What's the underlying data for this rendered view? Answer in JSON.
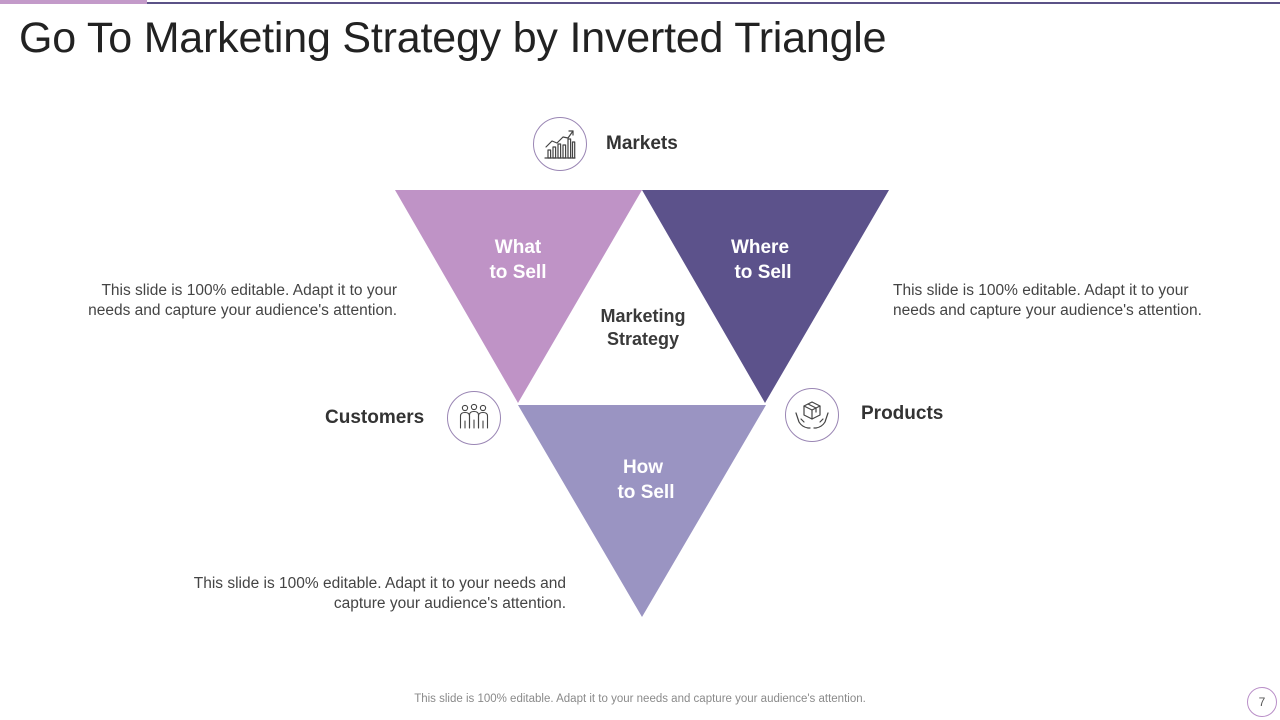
{
  "slide": {
    "title": "Go To Marketing Strategy by Inverted Triangle",
    "page_number": "7",
    "footer": "This slide is 100% editable. Adapt it to your needs and capture your audience's attention."
  },
  "colors": {
    "accent_bar": "#c39ac9",
    "top_line": "#5b5287",
    "what_to_sell": "#bf93c6",
    "where_to_sell": "#5c528b",
    "how_to_sell": "#9a94c2",
    "icon_stroke": "#444444"
  },
  "triangles": {
    "what_to_sell": {
      "line1": "What",
      "line2": "to Sell"
    },
    "where_to_sell": {
      "line1": "Where",
      "line2": "to Sell"
    },
    "how_to_sell": {
      "line1": "How",
      "line2": "to Sell"
    },
    "center": {
      "line1": "Marketing",
      "line2": "Strategy"
    }
  },
  "nodes": {
    "markets": {
      "label": "Markets",
      "icon": "chart-growth-icon"
    },
    "customers": {
      "label": "Customers",
      "icon": "people-group-icon"
    },
    "products": {
      "label": "Products",
      "icon": "hands-box-icon"
    }
  },
  "descriptions": {
    "left": {
      "line1": "This slide is 100% editable. Adapt it to your",
      "line2": "needs and capture your audience's attention."
    },
    "right": {
      "line1": "This slide is 100% editable. Adapt it to your",
      "line2": "needs and capture your audience's attention."
    },
    "bottom": {
      "line1": "This slide is 100% editable. Adapt it to your needs and",
      "line2": "capture your audience's attention."
    }
  }
}
